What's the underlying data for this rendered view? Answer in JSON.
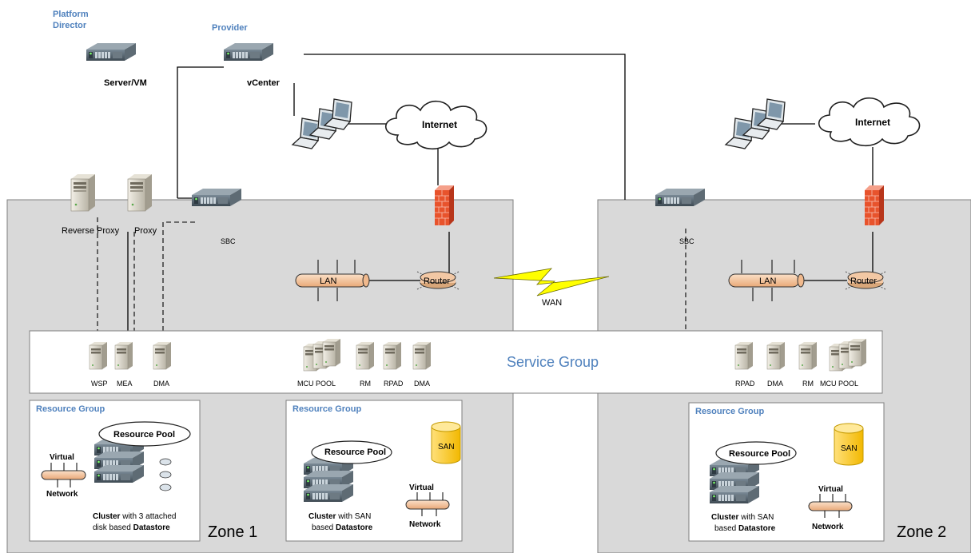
{
  "top": {
    "platform_director": "Platform",
    "platform_director_2": "Director",
    "provider": "Provider",
    "server_vm": "Server/VM",
    "vcenter": "vCenter",
    "internet_left": "Internet",
    "internet_right": "Internet"
  },
  "zone1": {
    "reverse_proxy": "Reverse Proxy",
    "proxy": "Proxy",
    "sbc": "SBC",
    "lan": "LAN",
    "router": "Router",
    "label": "Zone 1"
  },
  "zone2": {
    "sbc": "SBC",
    "lan": "LAN",
    "router": "Router",
    "label": "Zone 2"
  },
  "wan": "WAN",
  "service_group": {
    "title": "Service Group",
    "items": [
      "WSP",
      "MEA",
      "DMA",
      "MCU POOL",
      "RM",
      "RPAD",
      "DMA",
      "RPAD",
      "DMA",
      "RM",
      "MCU POOL"
    ]
  },
  "resource_groups": [
    {
      "title": "Resource Group",
      "pool": "Resource Pool",
      "virtual": "Virtual",
      "network": "Network",
      "caption_line1_bold": "Cluster",
      "caption_line1_rest": " with 3 attached",
      "caption_line2_rest": "disk based ",
      "caption_line2_bold": "Datastore"
    },
    {
      "title": "Resource Group",
      "pool": "Resource Pool",
      "san": "SAN",
      "virtual": "Virtual",
      "network": "Network",
      "caption_line1_bold": "Cluster",
      "caption_line1_rest": " with SAN",
      "caption_line2_rest": "based ",
      "caption_line2_bold": "Datastore"
    },
    {
      "title": "Resource Group",
      "pool": "Resource Pool",
      "san": "SAN",
      "virtual": "Virtual",
      "network": "Network",
      "caption_line1_bold": "Cluster",
      "caption_line1_rest": " with SAN",
      "caption_line2_rest": "based ",
      "caption_line2_bold": "Datastore"
    }
  ],
  "colors": {
    "zone_fill": "#d9d9d9",
    "group_fill": "#ffffff",
    "accent_blue": "#4f81bd",
    "pipe_fill": "#f8cba6",
    "firewall": "#e8532c",
    "wan_bolt": "#ffff00",
    "san_fill": "#ffd966",
    "server_dark": "#4d5b66"
  }
}
